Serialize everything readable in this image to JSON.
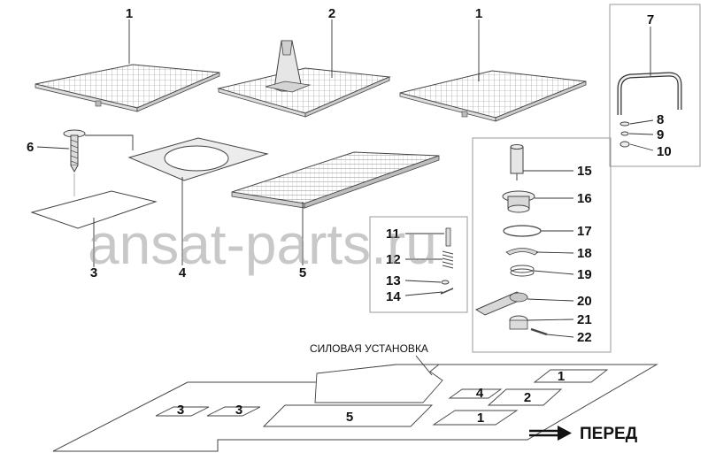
{
  "callouts": {
    "c1a": "1",
    "c2": "2",
    "c1b": "1",
    "c7": "7",
    "c8": "8",
    "c9": "9",
    "c10": "10",
    "c6": "6",
    "c3": "3",
    "c4": "4",
    "c5": "5",
    "c11": "11",
    "c12": "12",
    "c13": "13",
    "c14": "14",
    "c15": "15",
    "c16": "16",
    "c17": "17",
    "c18": "18",
    "c19": "19",
    "c20": "20",
    "c21": "21",
    "c22": "22"
  },
  "layout_plan": {
    "title": "СИЛОВАЯ УСТАНОВКА",
    "labels": {
      "p3a": "3",
      "p3b": "3",
      "p5": "5",
      "p4": "4",
      "p2": "2",
      "p1a": "1",
      "p1b": "1"
    },
    "direction_label": "ПЕРЕД"
  },
  "watermark": "ansat-parts.ru"
}
